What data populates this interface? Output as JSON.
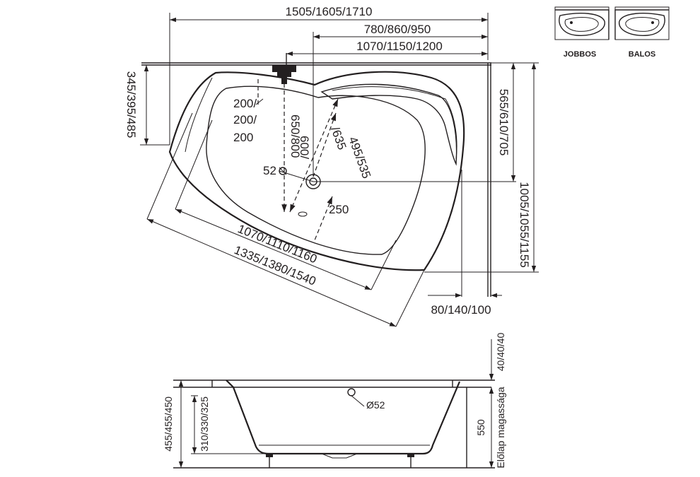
{
  "variants": {
    "right": "JOBBOS",
    "left": "BALOS"
  },
  "top_view": {
    "total_width": "1505/1605/1710",
    "drain_offset": "780/860/950",
    "tap_offset": "1070/1150/1200",
    "left_depth": "345/395/485",
    "tap_spacing_a": "200/",
    "tap_spacing_b": "200/",
    "tap_spacing_c": "200",
    "diag_a": "650/800",
    "diag_b": "600/",
    "diag_c": "/635",
    "diag_d": "495/535",
    "overflow_dia": "52",
    "drain_to_edge": "250",
    "inner_length": "1070/1110/1160",
    "outer_length": "1335/1380/1540",
    "right_inner_depth": "565/610/705",
    "right_total_depth": "1005/1055/1155",
    "bottom_offset": "80/140/100"
  },
  "side_view": {
    "panel_top": "40/40/40",
    "panel_height_label": "Előlap magassága",
    "panel_height": "550",
    "overflow_dia": "Ø52",
    "total_height": "455/455/450",
    "inner_depth": "310/330/325"
  }
}
